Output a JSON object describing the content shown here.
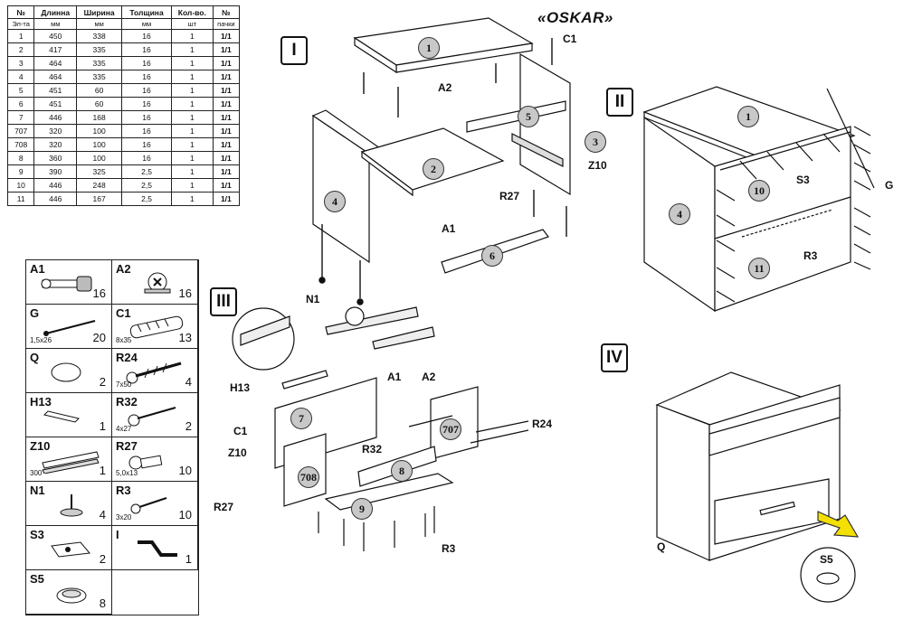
{
  "title": "«OSKAR»",
  "table": {
    "headers": [
      "№",
      "Длинна",
      "Ширина",
      "Толщина",
      "Кол-во.",
      "№"
    ],
    "subheaders": [
      "Эл-та",
      "мм",
      "мм",
      "мм",
      "шт",
      "пачки"
    ],
    "rows": [
      [
        "1",
        "450",
        "338",
        "16",
        "1",
        "1/1"
      ],
      [
        "2",
        "417",
        "335",
        "16",
        "1",
        "1/1"
      ],
      [
        "3",
        "464",
        "335",
        "16",
        "1",
        "1/1"
      ],
      [
        "4",
        "464",
        "335",
        "16",
        "1",
        "1/1"
      ],
      [
        "5",
        "451",
        "60",
        "16",
        "1",
        "1/1"
      ],
      [
        "6",
        "451",
        "60",
        "16",
        "1",
        "1/1"
      ],
      [
        "7",
        "446",
        "168",
        "16",
        "1",
        "1/1"
      ],
      [
        "707",
        "320",
        "100",
        "16",
        "1",
        "1/1"
      ],
      [
        "708",
        "320",
        "100",
        "16",
        "1",
        "1/1"
      ],
      [
        "8",
        "360",
        "100",
        "16",
        "1",
        "1/1"
      ],
      [
        "9",
        "390",
        "325",
        "2,5",
        "1",
        "1/1"
      ],
      [
        "10",
        "446",
        "248",
        "2,5",
        "1",
        "1/1"
      ],
      [
        "11",
        "446",
        "167",
        "2,5",
        "1",
        "1/1"
      ]
    ]
  },
  "hardware": [
    {
      "code": "A1",
      "qty": "16",
      "size": "",
      "icon": "cam-bolt-icon"
    },
    {
      "code": "A2",
      "qty": "16",
      "size": "",
      "icon": "cam-lock-icon"
    },
    {
      "code": "G",
      "qty": "20",
      "size": "1,5x26",
      "icon": "nail-icon"
    },
    {
      "code": "C1",
      "qty": "13",
      "size": "8x35",
      "icon": "dowel-icon"
    },
    {
      "code": "Q",
      "qty": "2",
      "size": "",
      "icon": "bumper-pad-icon"
    },
    {
      "code": "R24",
      "qty": "4",
      "size": "7x50",
      "icon": "confirmat-screw-icon"
    },
    {
      "code": "H13",
      "qty": "1",
      "size": "",
      "icon": "handle-icon"
    },
    {
      "code": "R32",
      "qty": "2",
      "size": "4x27",
      "icon": "screw-icon"
    },
    {
      "code": "Z10",
      "qty": "1",
      "size": "300",
      "icon": "drawer-slide-icon"
    },
    {
      "code": "R27",
      "qty": "10",
      "size": "5,0x13",
      "icon": "short-screw-icon"
    },
    {
      "code": "N1",
      "qty": "4",
      "size": "",
      "icon": "glide-foot-icon"
    },
    {
      "code": "R3",
      "qty": "10",
      "size": "3x20",
      "icon": "small-screw-icon"
    },
    {
      "code": "S3",
      "qty": "2",
      "size": "",
      "icon": "plate-icon"
    },
    {
      "code": "I",
      "qty": "1",
      "size": "",
      "icon": "hex-key-icon"
    },
    {
      "code": "S5",
      "qty": "8",
      "size": "",
      "icon": "cap-icon"
    }
  ],
  "steps": [
    "I",
    "II",
    "III",
    "IV"
  ],
  "part_numbers": [
    "1",
    "2",
    "3",
    "4",
    "5",
    "6",
    "7",
    "707",
    "708",
    "8",
    "9",
    "10",
    "11"
  ],
  "callouts": {
    "c1": "C1",
    "a2": "A2",
    "a1": "A1",
    "z10": "Z10",
    "r27": "R27",
    "n1": "N1",
    "s3": "S3",
    "r3": "R3",
    "g": "G",
    "h13": "H13",
    "r32": "R32",
    "r24": "R24",
    "q": "Q",
    "s5": "S5"
  }
}
